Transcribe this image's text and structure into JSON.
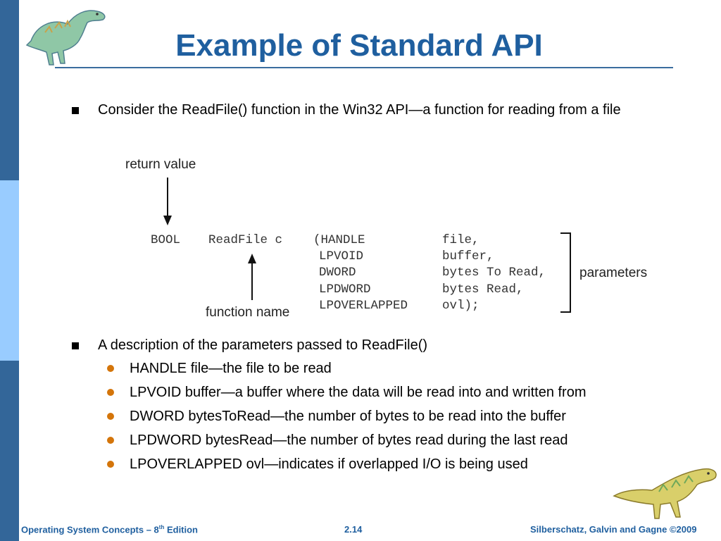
{
  "slide": {
    "title": "Example of Standard API",
    "bullets": [
      "Consider the ReadFile() function in the Win32 API—a function for reading from a file",
      "A description of the parameters passed to ReadFile()"
    ],
    "sub_bullets": [
      "HANDLE file—the file to be read",
      "LPVOID buffer—a buffer where the data will be read into and written from",
      "DWORD bytesToRead—the number of bytes to be read into the buffer",
      "LPDWORD bytesRead—the number of bytes read during the last read",
      "LPOVERLAPPED ovl—indicates if overlapped I/O is being used"
    ]
  },
  "figure": {
    "return_label": "return value",
    "function_label": "function name",
    "parameters_label": "parameters",
    "return_type": "BOOL",
    "function_name": "ReadFile c",
    "param_types": [
      "(HANDLE",
      "LPVOID",
      "DWORD",
      "LPDWORD",
      "LPOVERLAPPED"
    ],
    "param_names": [
      "file,",
      "buffer,",
      "bytes To Read,",
      "bytes Read,",
      "ovl);"
    ]
  },
  "footer": {
    "book": "Operating System Concepts – 8",
    "edition_sup": "th",
    "edition_suffix": " Edition",
    "page": "2.14",
    "authors": "Silberschatz, Galvin and Gagne ©2009"
  },
  "colors": {
    "title": "#1f5f9f",
    "sidebar_dark": "#336699",
    "sidebar_light": "#99ccff",
    "sub_bullet": "#d4750a"
  },
  "icons": [
    "dinosaur-logo-top",
    "dinosaur-logo-bottom"
  ]
}
